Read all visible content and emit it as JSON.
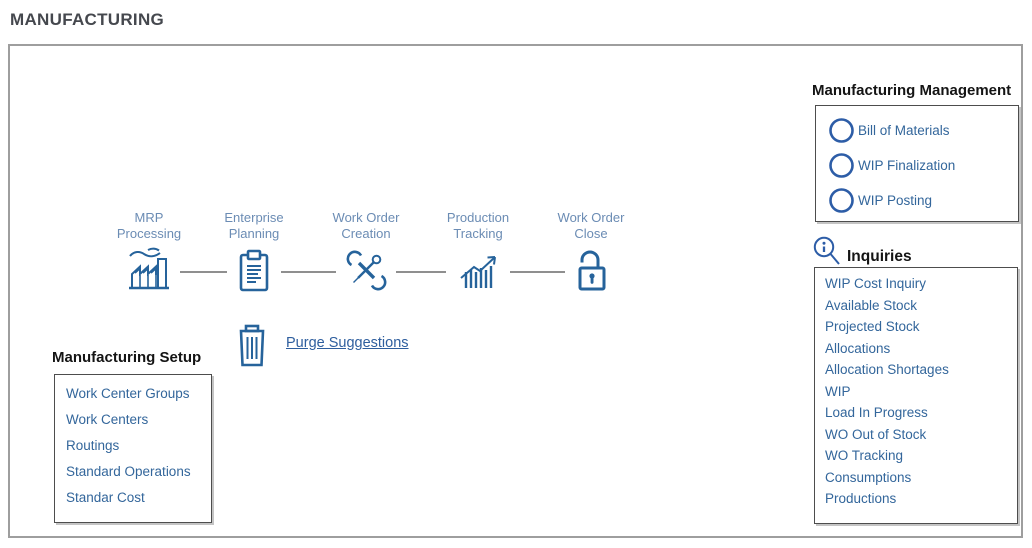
{
  "page": {
    "title": "MANUFACTURING"
  },
  "colors": {
    "title_dark": "#45484E",
    "heading_black": "#141414",
    "link_blue": "#33669B",
    "flow_label_blue": "#6B8CB4",
    "icon_blue": "#26639B",
    "circle_blue": "#2D5DA7",
    "panel_border": "#9E9E9E",
    "box_border": "#4D4D4D",
    "connector_gray": "#8F8F8F"
  },
  "flow": {
    "steps": [
      {
        "line1": "MRP",
        "line2": "Processing",
        "icon": "factory-icon"
      },
      {
        "line1": "Enterprise",
        "line2": "Planning",
        "icon": "clipboard-icon"
      },
      {
        "line1": "Work Order",
        "line2": "Creation",
        "icon": "tools-icon"
      },
      {
        "line1": "Production",
        "line2": "Tracking",
        "icon": "chart-arrow-icon"
      },
      {
        "line1": "Work Order",
        "line2": "Close",
        "icon": "open-lock-icon"
      }
    ]
  },
  "purge": {
    "label": "Purge Suggestions",
    "icon": "trash-icon"
  },
  "setup": {
    "title": "Manufacturing Setup",
    "items": [
      "Work Center Groups",
      "Work Centers",
      "Routings",
      "Standard Operations",
      "Standar Cost"
    ]
  },
  "management": {
    "title": "Manufacturing Management",
    "item_icon": "circle-icon",
    "items": [
      "Bill of Materials",
      "WIP Finalization",
      "WIP Posting"
    ]
  },
  "inquiries": {
    "title": "Inquiries",
    "header_icon": "info-magnifier-icon",
    "items": [
      "WIP Cost Inquiry",
      "Available Stock",
      "Projected Stock",
      "Allocations",
      "Allocation Shortages",
      "WIP",
      "Load In Progress",
      "WO Out of Stock",
      "WO Tracking",
      "Consumptions",
      "Productions"
    ]
  }
}
